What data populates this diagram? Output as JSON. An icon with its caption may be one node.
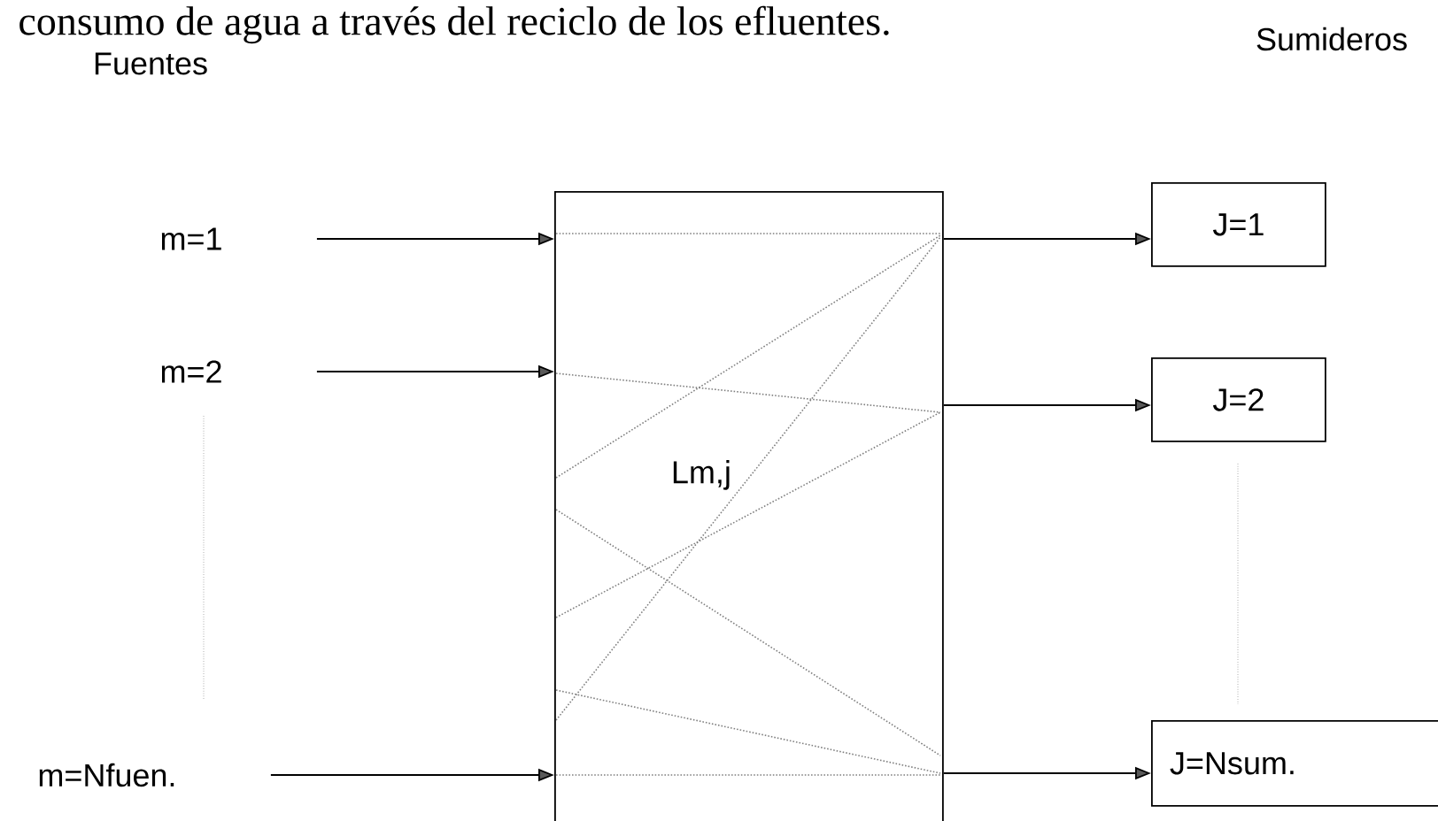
{
  "diagram": {
    "nodes": [
      {
        "text": [
          "m=1"
        ]
      },
      {
        "text": [
          "m=2"
        ]
      },
      {
        "text": [
          "m=Nfuen."
        ]
      },
      {
        "text": [
          "Lm,j"
        ]
      },
      {
        "text": [
          "J=1"
        ]
      },
      {
        "text": [
          "J=2"
        ]
      },
      {
        "text": [
          "J=Nsum."
        ]
      }
    ],
    "edges": [
      {
        "from": 0,
        "to": 3,
        "arrow": "to"
      },
      {
        "from": 1,
        "to": 3,
        "arrow": "to"
      },
      {
        "from": 2,
        "to": 3,
        "arrow": "to"
      },
      {
        "from": 3,
        "to": 4,
        "arrow": "to"
      },
      {
        "from": 3,
        "to": 5,
        "arrow": "to"
      },
      {
        "from": 3,
        "to": 6,
        "arrow": "to"
      }
    ],
    "labels": [
      "consumo de agua a través del reciclo de los efluentes.",
      "Fuentes",
      "Sumideros"
    ]
  }
}
